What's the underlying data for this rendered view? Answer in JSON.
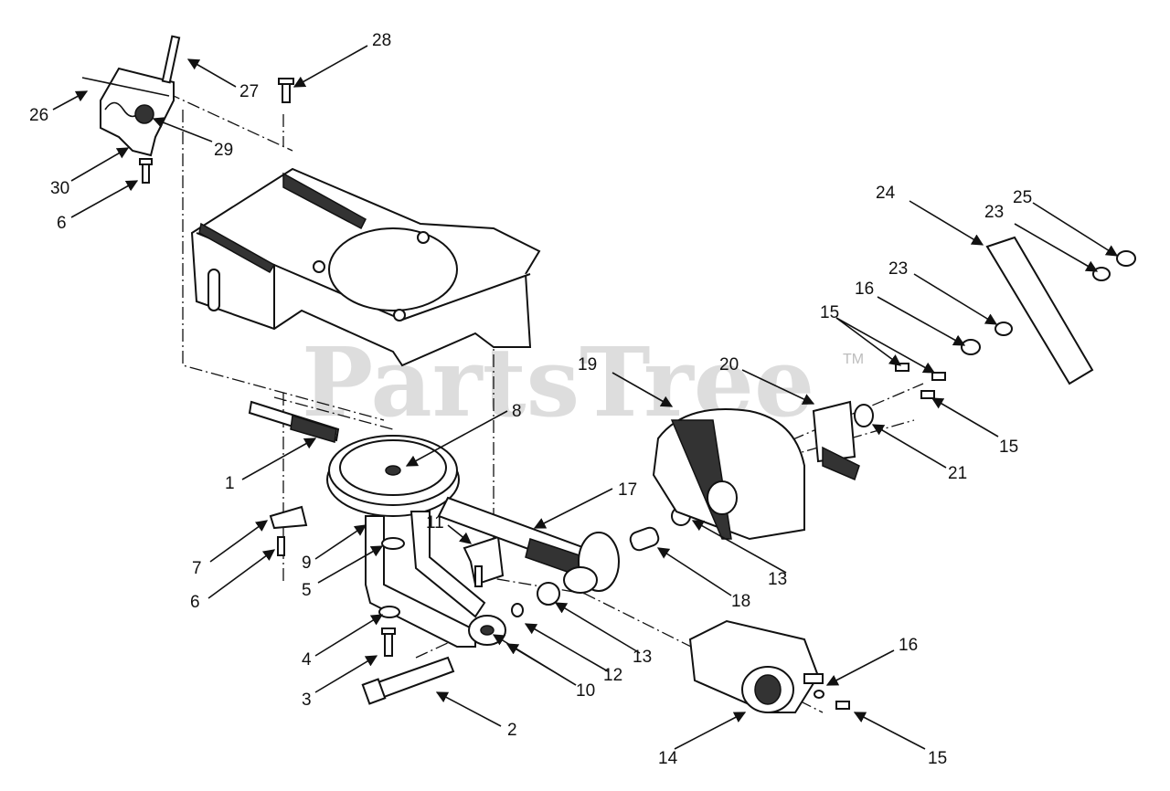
{
  "watermark": {
    "text": "PartsTree",
    "trademark": "TM"
  },
  "callouts": [
    {
      "id": "c26",
      "text": "26"
    },
    {
      "id": "c27",
      "text": "27"
    },
    {
      "id": "c28",
      "text": "28"
    },
    {
      "id": "c29",
      "text": "29"
    },
    {
      "id": "c30",
      "text": "30"
    },
    {
      "id": "c6a",
      "text": "6"
    },
    {
      "id": "c24",
      "text": "24"
    },
    {
      "id": "c25",
      "text": "25"
    },
    {
      "id": "c23a",
      "text": "23"
    },
    {
      "id": "c23b",
      "text": "23"
    },
    {
      "id": "c16a",
      "text": "16"
    },
    {
      "id": "c15a",
      "text": "15"
    },
    {
      "id": "c19",
      "text": "19"
    },
    {
      "id": "c20",
      "text": "20"
    },
    {
      "id": "c15b",
      "text": "15"
    },
    {
      "id": "c21",
      "text": "21"
    },
    {
      "id": "c8",
      "text": "8"
    },
    {
      "id": "c1",
      "text": "1"
    },
    {
      "id": "c17",
      "text": "17"
    },
    {
      "id": "c11",
      "text": "11"
    },
    {
      "id": "c7",
      "text": "7"
    },
    {
      "id": "c9",
      "text": "9"
    },
    {
      "id": "c6b",
      "text": "6"
    },
    {
      "id": "c5",
      "text": "5"
    },
    {
      "id": "c13a",
      "text": "13"
    },
    {
      "id": "c18",
      "text": "18"
    },
    {
      "id": "c13b",
      "text": "13"
    },
    {
      "id": "c4",
      "text": "4"
    },
    {
      "id": "c12",
      "text": "12"
    },
    {
      "id": "c3",
      "text": "3"
    },
    {
      "id": "c10",
      "text": "10"
    },
    {
      "id": "c2",
      "text": "2"
    },
    {
      "id": "c16b",
      "text": "16"
    },
    {
      "id": "c14",
      "text": "14"
    },
    {
      "id": "c15c",
      "text": "15"
    }
  ]
}
